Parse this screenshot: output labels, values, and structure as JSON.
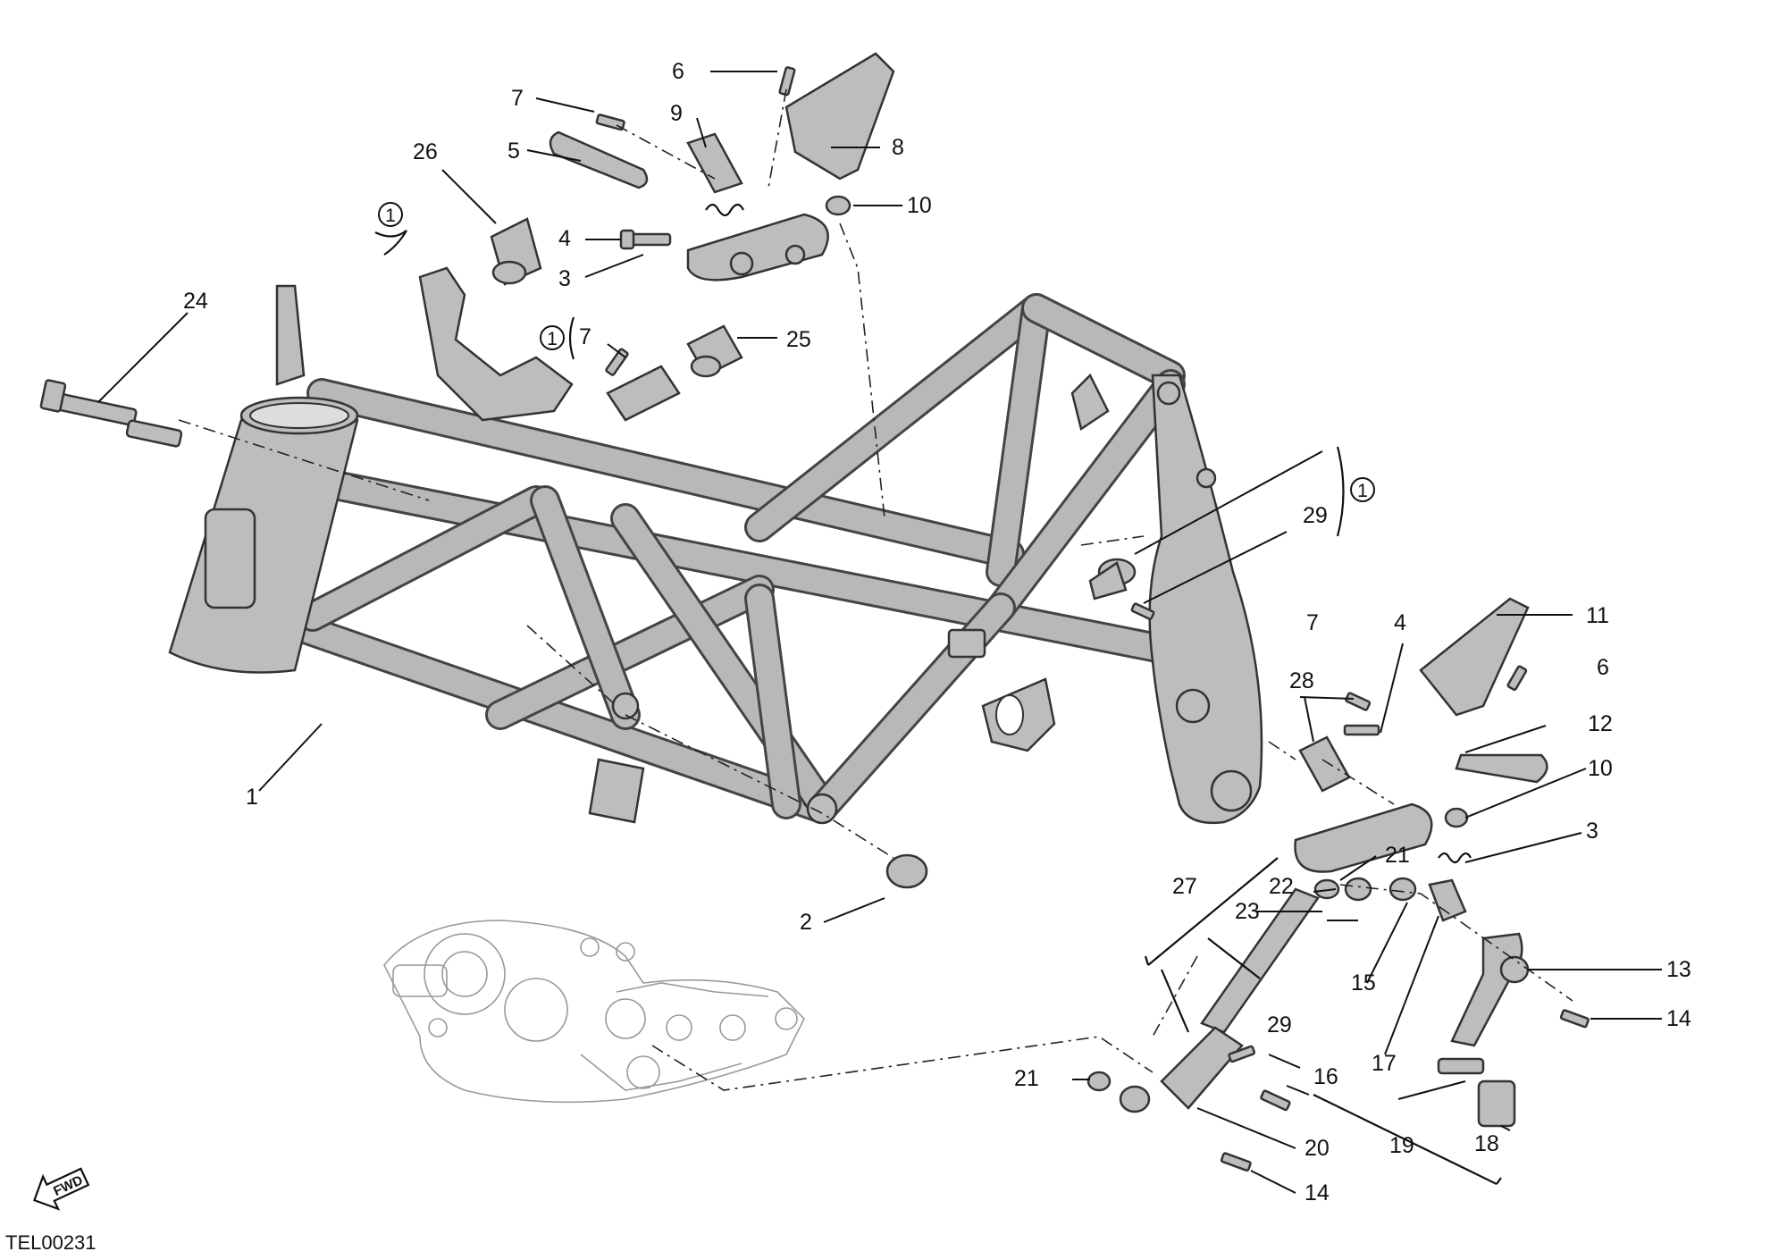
{
  "drawing_code": "TEL00231",
  "fwd_label": "FWD",
  "ref_symbol": "1",
  "callouts": {
    "c1": "1",
    "c2": "2",
    "c3a": "3",
    "c3b": "3",
    "c4a": "4",
    "c4b": "4",
    "c5": "5",
    "c6a": "6",
    "c6b": "6",
    "c7a": "7",
    "c7b": "7",
    "c7c": "7",
    "c8": "8",
    "c9": "9",
    "c10a": "10",
    "c10b": "10",
    "c11": "11",
    "c12": "12",
    "c13": "13",
    "c14a": "14",
    "c14b": "14",
    "c15": "15",
    "c16": "16",
    "c17": "17",
    "c18": "18",
    "c19": "19",
    "c20": "20",
    "c21a": "21",
    "c21b": "21",
    "c22": "22",
    "c23": "23",
    "c24": "24",
    "c25": "25",
    "c26": "26",
    "c27": "27",
    "c28": "28",
    "c29a": "29",
    "c29b": "29"
  },
  "colors": {
    "part_fill": "#bdbdbd",
    "outline": "#333333",
    "engine": "#999999"
  }
}
